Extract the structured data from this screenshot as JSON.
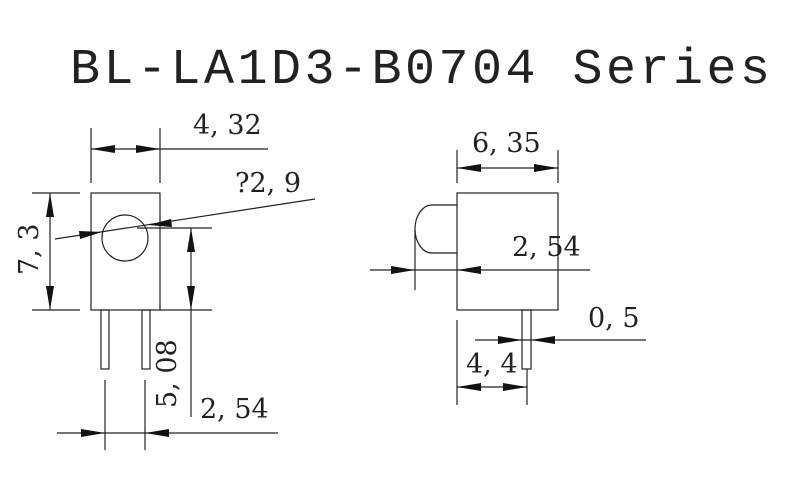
{
  "title": "BL-LA1D3-B0704 Series",
  "front_view": {
    "width_dim": "4, 32",
    "lens_diameter_dim": "?2, 9",
    "height_dim": "7, 3",
    "lens_height_dim": "5, 08",
    "pin_pitch_dim": "2, 54"
  },
  "side_view": {
    "depth_dim": "6, 35",
    "lens_protrusion_dim": "2, 54",
    "pin_width_dim": "0, 5",
    "pin_offset_dim": "4, 4"
  }
}
